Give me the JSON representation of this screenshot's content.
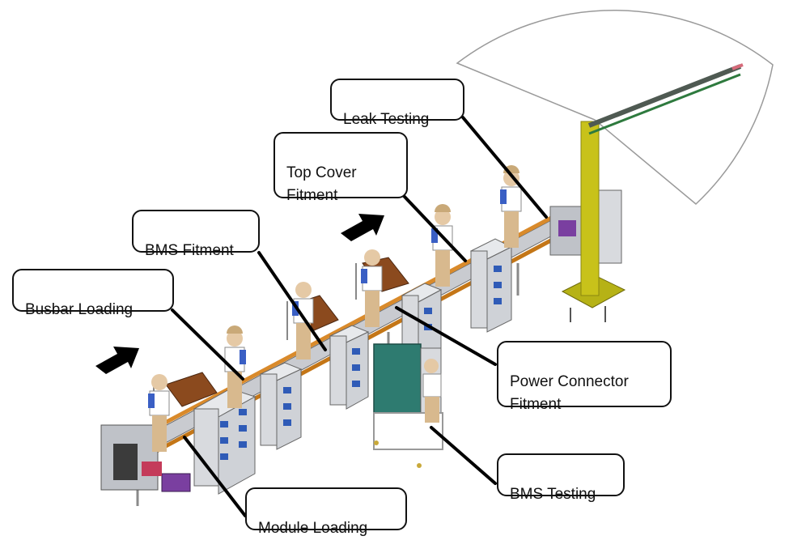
{
  "labels": {
    "leak_testing": "Leak Testing",
    "top_cover_fitment": "Top Cover\nFitment",
    "bms_fitment": "BMS Fitment",
    "busbar_loading": "Busbar Loading",
    "power_connector_fitment": "Power Connector\nFitment",
    "bms_testing": "BMS Testing",
    "module_loading": "Module Loading"
  },
  "colors": {
    "callout_border": "#111111",
    "leader_line": "#000000",
    "conveyor_rail": "#d98a2b",
    "cabinet": "#d8dade",
    "part_bin": "#2f5bb7",
    "jib_crane": "#c8c21a",
    "cart": "#8b4a1e",
    "test_panel": "#2e7b70",
    "worker_shirt": "#ffffff",
    "worker_sleeve": "#3a5fc4",
    "worker_pants": "#d8b98e",
    "direction_arrow": "#000000"
  }
}
